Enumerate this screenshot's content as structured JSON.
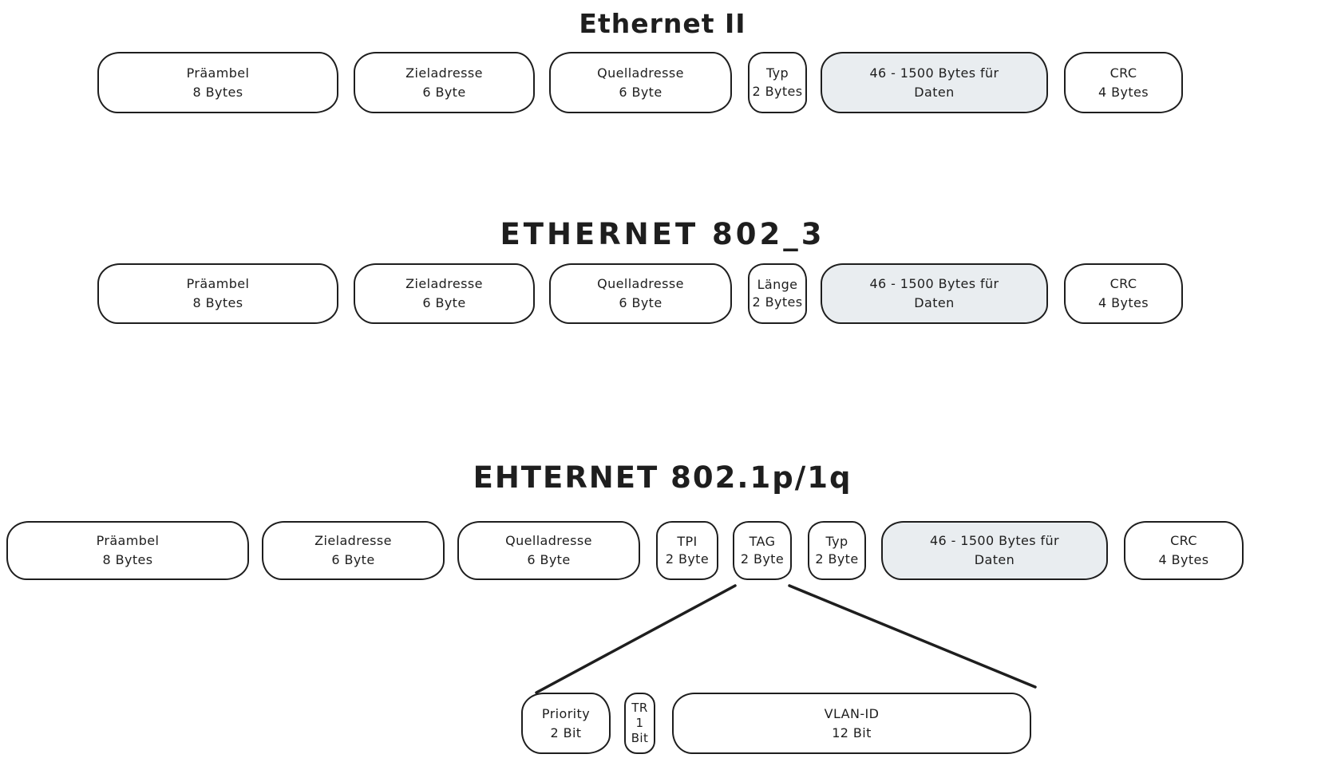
{
  "canvas": {
    "background": "#ffffff",
    "stroke_color": "#1e1e1e",
    "data_field_fill": "#e9edf0"
  },
  "diagrams": [
    {
      "title": "Ethernet II",
      "fields": [
        {
          "lines": [
            "Präambel",
            "8 Bytes"
          ],
          "shaded": false
        },
        {
          "lines": [
            "Zieladresse",
            "6 Byte"
          ],
          "shaded": false
        },
        {
          "lines": [
            "Quelladresse",
            "6 Byte"
          ],
          "shaded": false
        },
        {
          "lines": [
            "Typ",
            "2 Bytes"
          ],
          "shaded": false
        },
        {
          "lines": [
            "46 - 1500 Bytes für",
            "Daten"
          ],
          "shaded": true
        },
        {
          "lines": [
            "CRC",
            "4 Bytes"
          ],
          "shaded": false
        }
      ]
    },
    {
      "title": "ETHERNET 802_3",
      "fields": [
        {
          "lines": [
            "Präambel",
            "8 Bytes"
          ],
          "shaded": false
        },
        {
          "lines": [
            "Zieladresse",
            "6 Byte"
          ],
          "shaded": false
        },
        {
          "lines": [
            "Quelladresse",
            "6 Byte"
          ],
          "shaded": false
        },
        {
          "lines": [
            "Länge",
            "2 Bytes"
          ],
          "shaded": false
        },
        {
          "lines": [
            "46 - 1500 Bytes für",
            "Daten"
          ],
          "shaded": true
        },
        {
          "lines": [
            "CRC",
            "4 Bytes"
          ],
          "shaded": false
        }
      ]
    },
    {
      "title": "EHTERNET 802.1p/1q",
      "fields": [
        {
          "lines": [
            "Präambel",
            "8 Bytes"
          ],
          "shaded": false
        },
        {
          "lines": [
            "Zieladresse",
            "6 Byte"
          ],
          "shaded": false
        },
        {
          "lines": [
            "Quelladresse",
            "6 Byte"
          ],
          "shaded": false
        },
        {
          "lines": [
            "TPI",
            "2 Byte"
          ],
          "shaded": false
        },
        {
          "lines": [
            "TAG",
            "2 Byte"
          ],
          "shaded": false
        },
        {
          "lines": [
            "Typ",
            "2 Byte"
          ],
          "shaded": false
        },
        {
          "lines": [
            "46 - 1500 Bytes für",
            "Daten"
          ],
          "shaded": true
        },
        {
          "lines": [
            "CRC",
            "4 Bytes"
          ],
          "shaded": false
        }
      ]
    }
  ],
  "tag_detail": {
    "fields": [
      {
        "lines": [
          "Priority",
          "2 Bit"
        ]
      },
      {
        "lines": [
          "TR",
          "1",
          "Bit"
        ]
      },
      {
        "lines": [
          "VLAN-ID",
          "12 Bit"
        ]
      }
    ]
  }
}
